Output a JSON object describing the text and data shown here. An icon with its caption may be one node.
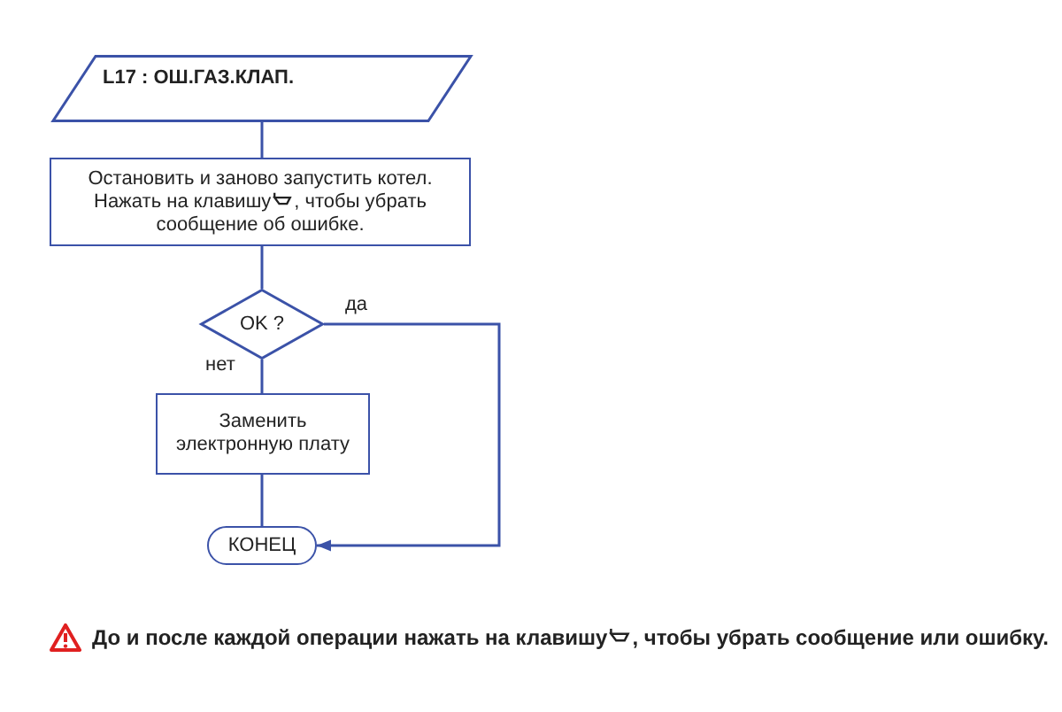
{
  "diagram": {
    "nodes": [
      {
        "text": [
          "L17 : ОШ.ГАЗ.КЛАП."
        ]
      },
      {
        "text": [
          "Остановить и заново запустить котел. Нажать на клавишу",
          ", чтобы убрать сообщение об ошибке."
        ]
      },
      {
        "text": [
          "OK ?"
        ]
      },
      {
        "text": [
          "Заменить электронную плату"
        ]
      },
      {
        "text": [
          "КОНЕЦ"
        ]
      }
    ],
    "edges": [
      {
        "from": 0,
        "to": 1,
        "arrow": "none"
      },
      {
        "from": 1,
        "to": 2,
        "arrow": "none"
      },
      {
        "from": 2,
        "to": 3,
        "arrow": "none",
        "label": "нет"
      },
      {
        "from": 3,
        "to": 4,
        "arrow": "none"
      },
      {
        "from": 2,
        "to": 4,
        "arrow": "to",
        "label": "да"
      }
    ],
    "labels": [
      "До и после каждой операции нажать на клавишу",
      ", чтобы убрать сообщение или ошибку."
    ]
  }
}
